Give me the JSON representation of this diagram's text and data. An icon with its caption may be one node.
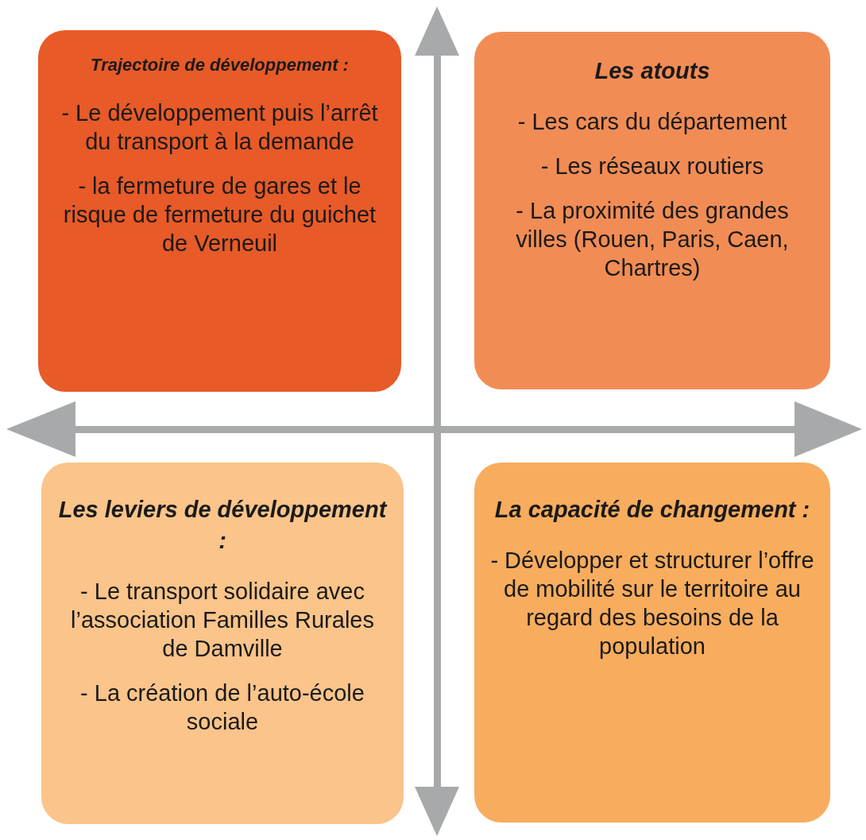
{
  "diagram": {
    "nodes": [
      {
        "text": [
          "Trajectoire de développement :",
          "- Le développement puis l’arrêt du transport à la demande",
          "- la fermeture de gares et le risque de fermeture du guichet de Verneuil"
        ]
      },
      {
        "text": [
          "Les atouts",
          "- Les cars du département",
          "- Les réseaux routiers",
          "- La proximité des grandes villes (Rouen, Paris, Caen, Chartres)"
        ]
      },
      {
        "text": [
          "Les leviers de développement :",
          "- Le transport solidaire avec l’association Familles Rurales de Damville",
          "- La création de l’auto-école sociale"
        ]
      },
      {
        "text": [
          "La capacité de changement :",
          "- Développer et structurer l’offre de mobilité sur le territoire au regard des besoins de la population"
        ]
      }
    ]
  }
}
